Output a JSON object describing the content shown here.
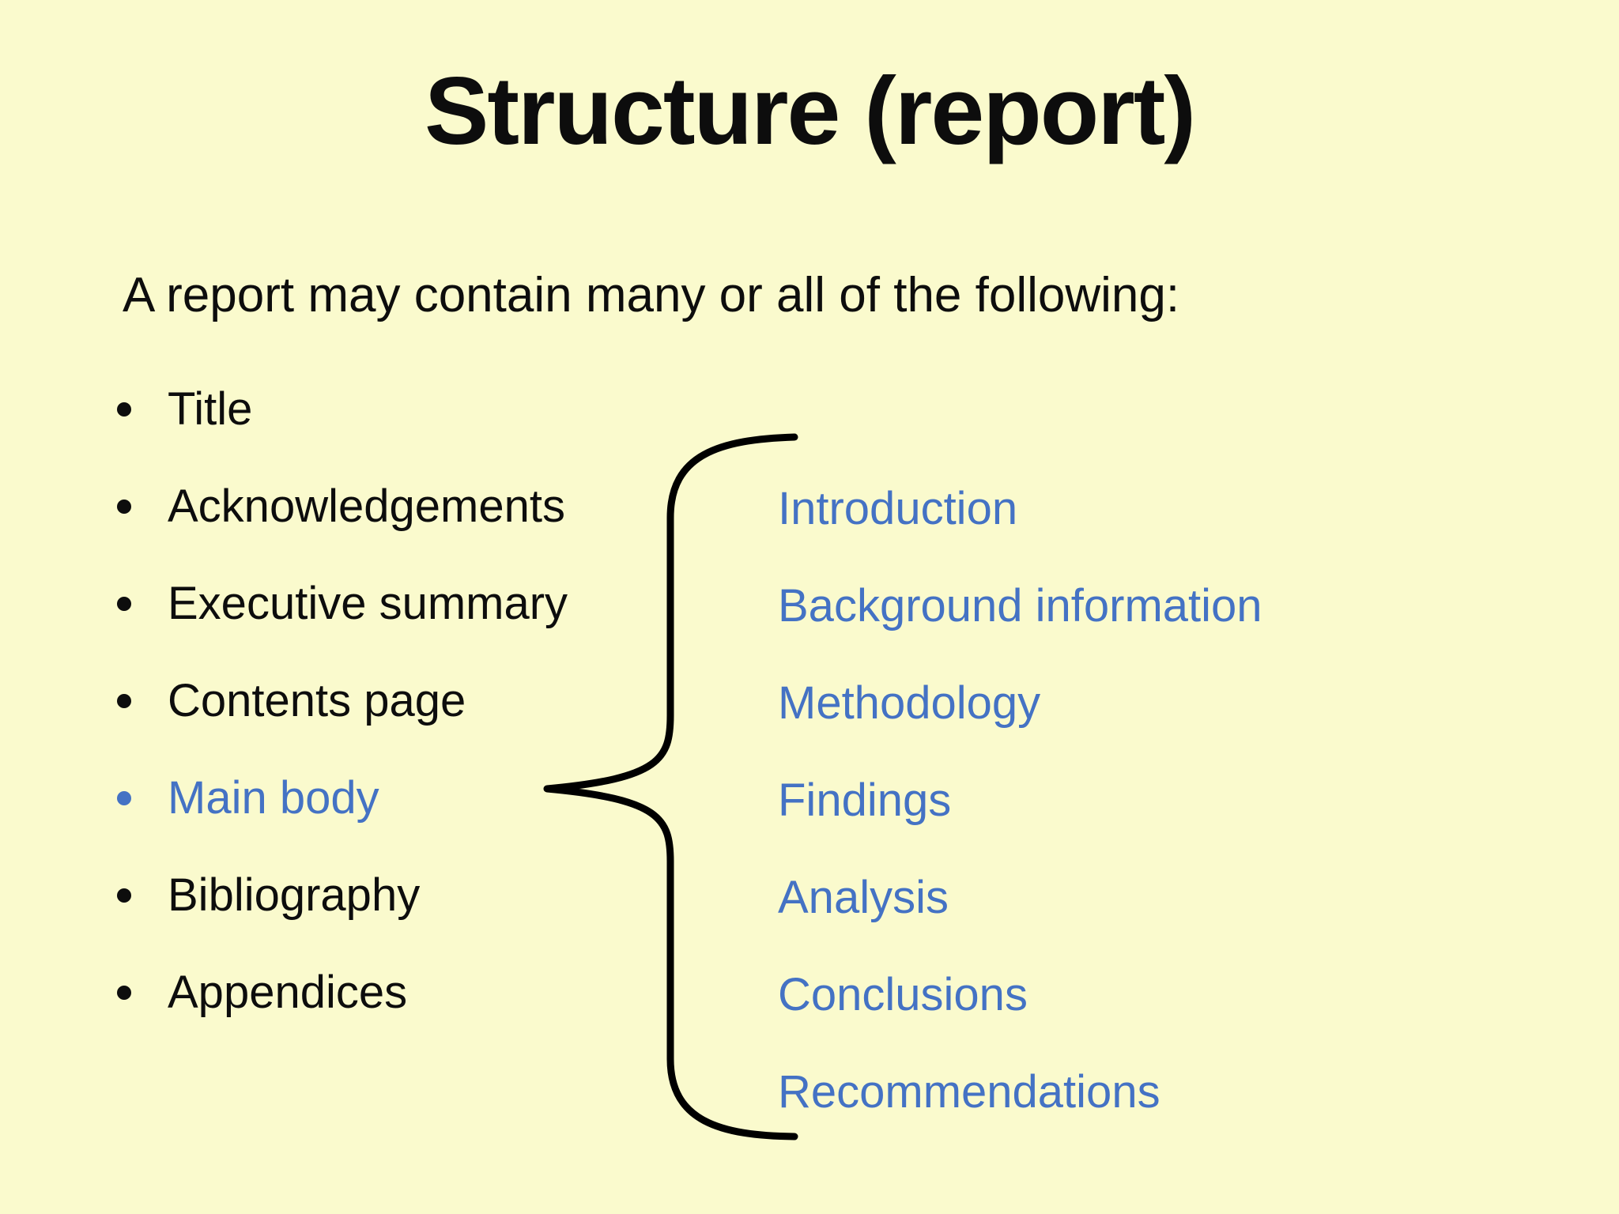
{
  "slide": {
    "title": "Structure (report)",
    "intro": "A report may contain many or all of the following:",
    "left_list": {
      "items": [
        {
          "label": "Title",
          "highlight": false
        },
        {
          "label": "Acknowledgements",
          "highlight": false
        },
        {
          "label": "Executive summary",
          "highlight": false
        },
        {
          "label": "Contents page",
          "highlight": false
        },
        {
          "label": "Main body",
          "highlight": true
        },
        {
          "label": "Bibliography",
          "highlight": false
        },
        {
          "label": "Appendices",
          "highlight": false
        }
      ]
    },
    "right_list": {
      "items": [
        {
          "label": "Introduction"
        },
        {
          "label": "Background information"
        },
        {
          "label": "Methodology"
        },
        {
          "label": "Findings"
        },
        {
          "label": "Analysis"
        },
        {
          "label": "Conclusions"
        },
        {
          "label": "Recommendations"
        }
      ]
    },
    "icons": {
      "bullet": "filled-circle",
      "brace": "left-curly-brace"
    },
    "colors": {
      "background": "#FAFACD",
      "text": "#0D0D0D",
      "accent_blue": "#4472C4",
      "brace": "#000000"
    }
  }
}
